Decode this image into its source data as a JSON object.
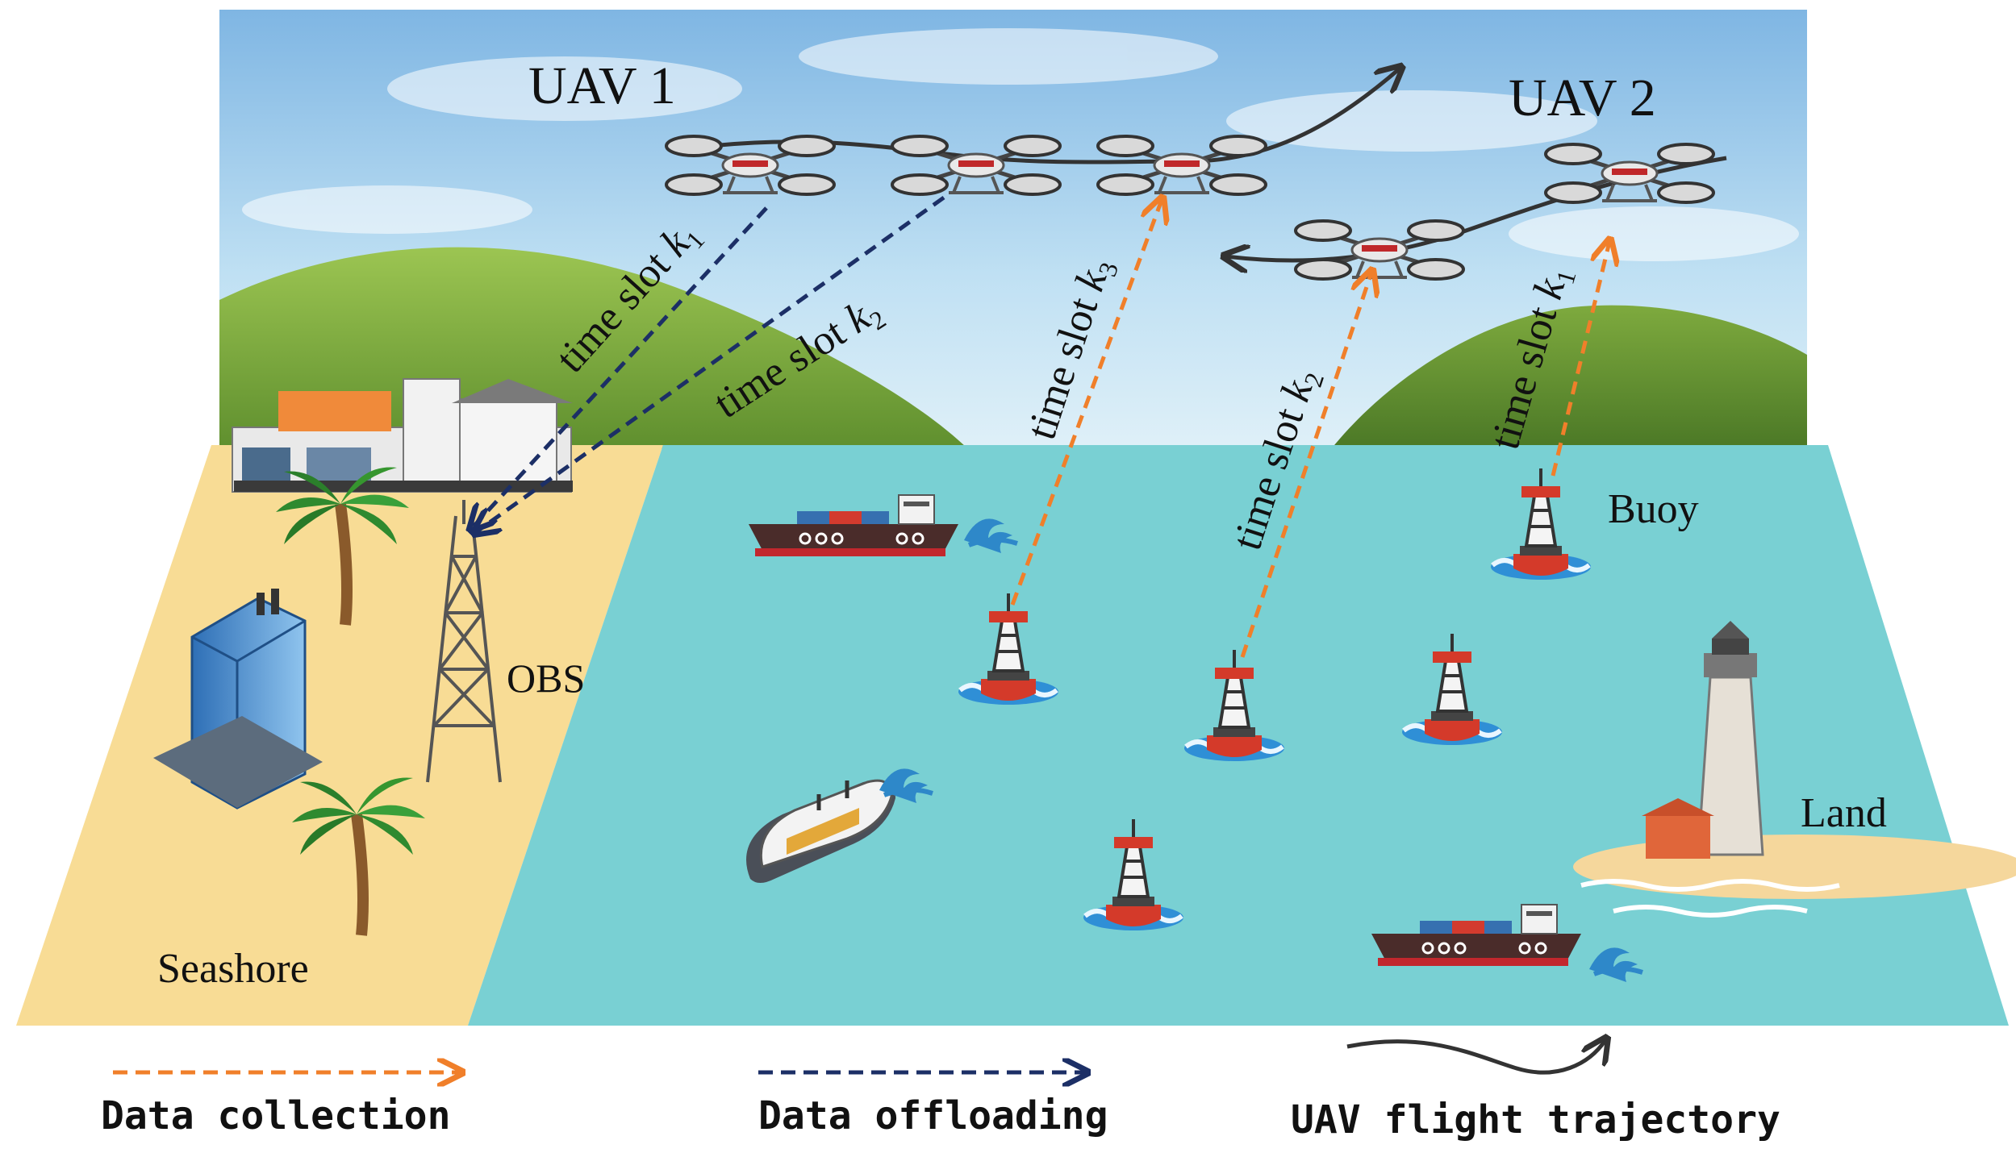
{
  "uav_labels": {
    "uav1": "UAV 1",
    "uav2": "UAV 2"
  },
  "place_labels": {
    "obs": "OBS",
    "buoy": "Buoy",
    "land": "Land",
    "seashore": "Seashore"
  },
  "timeslot_prefix": "time slot ",
  "timeslot_var": "k",
  "timeslot_subs": {
    "one": "1",
    "two": "2",
    "three": "3"
  },
  "legend": {
    "collection": "Data collection",
    "offloading": "Data offloading",
    "trajectory": "UAV flight trajectory"
  },
  "colors": {
    "collection_arrow": "#f07f2a",
    "offloading_arrow": "#1c2f66",
    "trajectory": "#333333",
    "sea": "#79d0d3",
    "shore": "#f8dc95",
    "sky": "#9fcbe9",
    "hills": "#88b645"
  }
}
